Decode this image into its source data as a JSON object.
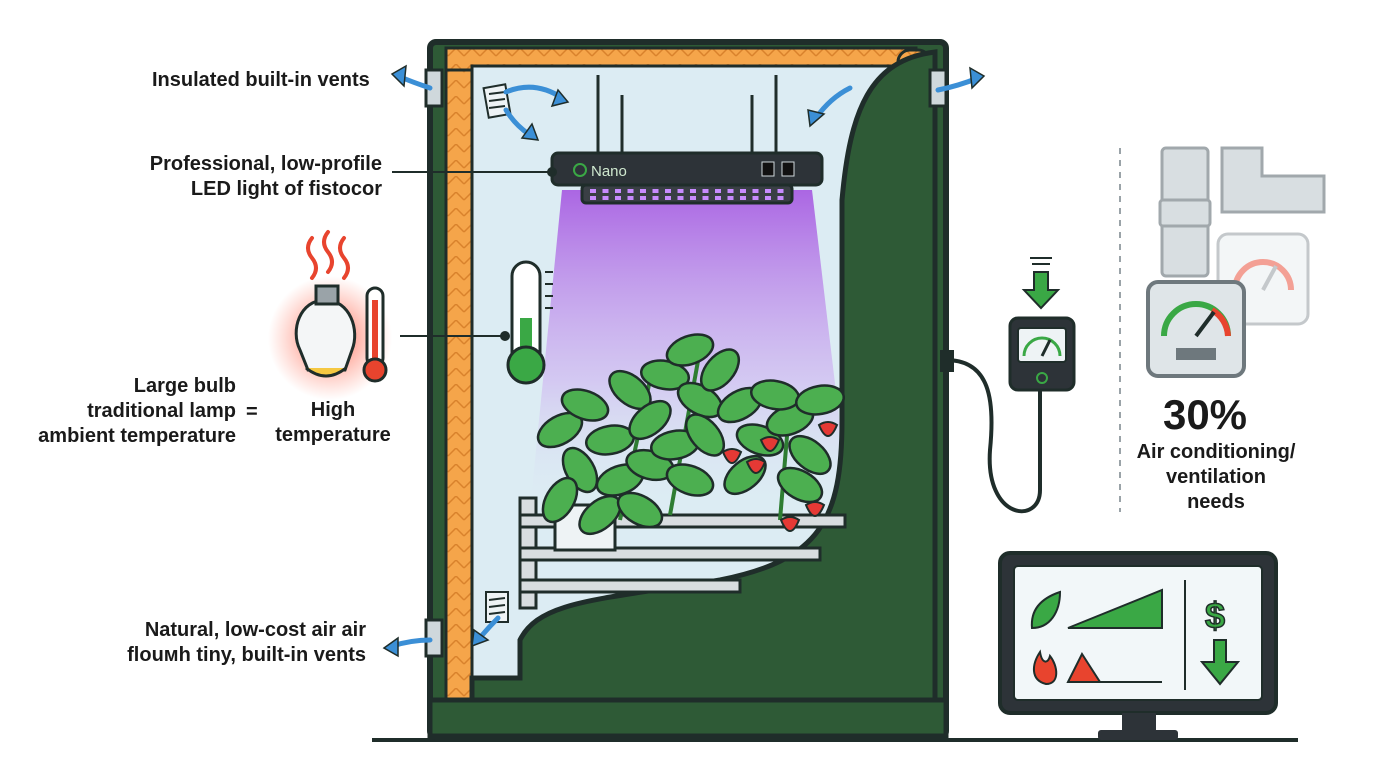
{
  "labels": {
    "vents_top": "Insulated built-in vents",
    "led_line1": "Professional, low-profile",
    "led_line2": "LED light of fistocor",
    "lamp_line1": "Large bulb",
    "lamp_line2": "traditional lamp",
    "lamp_line3": "ambient temperature",
    "equals": "=",
    "high_line1": "High",
    "high_line2": "temperature",
    "airflow_line1": "Natural, low-cost air air",
    "airflow_line2": "flouмh tiny, built-in vents",
    "percent": "30%",
    "ac_line1": "Air conditioning/",
    "ac_line2": "ventilation",
    "ac_line3": "needs"
  },
  "led_brand": "Nano",
  "icons": [
    "arrow-icon",
    "led-panel-icon",
    "thermometer-icon",
    "bulb-icon",
    "heat-waves-icon",
    "plant-icon",
    "strawberry-icon",
    "power-meter-icon",
    "down-arrow-icon",
    "duct-icon",
    "gauge-icon",
    "monitor-icon",
    "leaf-icon",
    "flame-icon",
    "dollar-icon"
  ],
  "colors": {
    "tent_green": "#2e5a36",
    "outline": "#1f2d2a",
    "insulation": "#f5a54a",
    "glass": "#dcecf3",
    "arrow_blue": "#3b8fd6",
    "led_glow": "#b56be6",
    "accent_green": "#3aa845",
    "heat_red": "#e8442e"
  }
}
